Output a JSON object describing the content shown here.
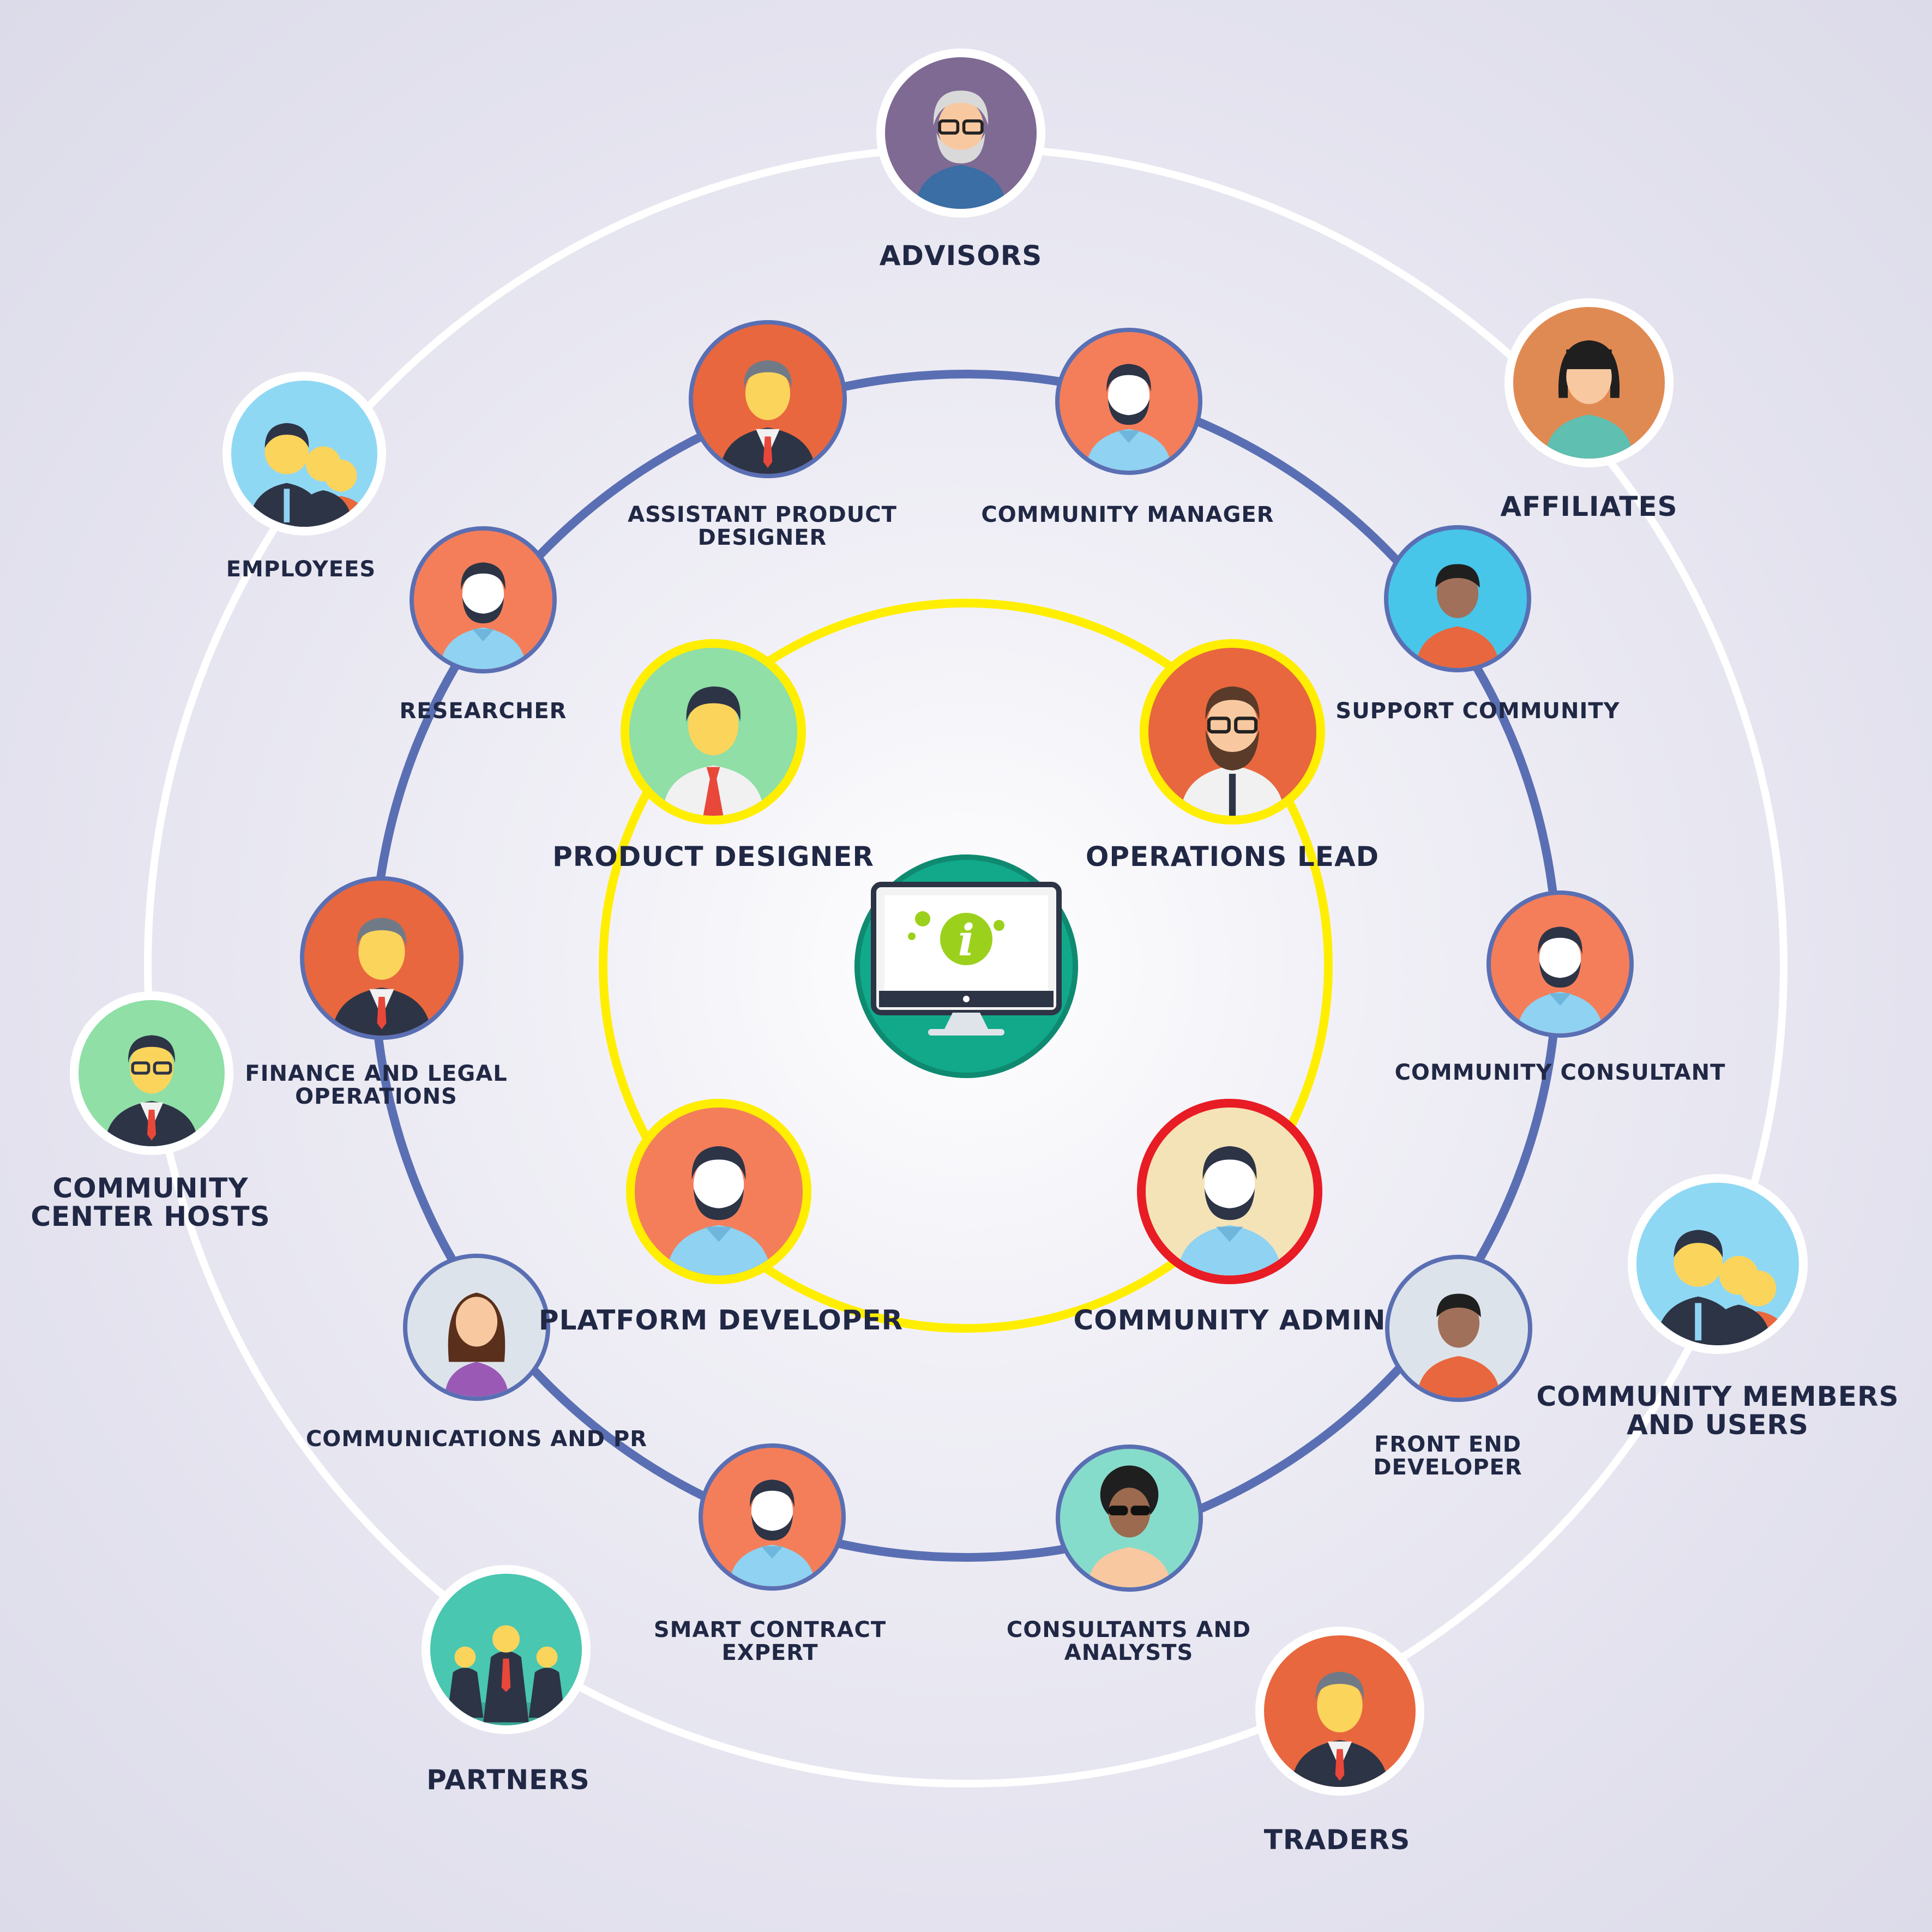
{
  "diagram": {
    "center": {
      "icon": "monitor-info-icon",
      "colors": {
        "bg": "#11a98a",
        "screen": "#ffffff",
        "badge": "#9bd11c"
      }
    },
    "ring_colors": {
      "outer": "#ffffff",
      "middle": "#5a6fb3",
      "inner": "#ffee00"
    },
    "inner_ring": [
      {
        "id": "product-designer",
        "label": "PRODUCT DESIGNER",
        "icon": "man-red-tie-icon",
        "bg": "#8fdfa6",
        "border": "#ffee00"
      },
      {
        "id": "operations-lead",
        "label": "OPERATIONS LEAD",
        "icon": "bearded-glasses-man-icon",
        "bg": "#e8673e",
        "border": "#ffee00"
      },
      {
        "id": "platform-developer",
        "label": "PLATFORM DEVELOPER",
        "icon": "bearded-man-icon",
        "bg": "#f47e5a",
        "border": "#ffee00"
      },
      {
        "id": "community-admin",
        "label": "COMMUNITY ADMIN",
        "icon": "bearded-man-icon",
        "bg": "#f5e3b8",
        "border": "#e81c24"
      }
    ],
    "middle_ring": [
      {
        "id": "assistant-product-designer",
        "label": "ASSISTANT PRODUCT\nDESIGNER",
        "icon": "businessman-icon",
        "bg": "#e8673e"
      },
      {
        "id": "community-manager",
        "label": "COMMUNITY MANAGER",
        "icon": "bearded-man-icon",
        "bg": "#f47e5a"
      },
      {
        "id": "support-community",
        "label": "SUPPORT COMMUNITY",
        "icon": "person-icon",
        "bg": "#47c6ea"
      },
      {
        "id": "community-consultant",
        "label": "COMMUNITY CONSULTANT",
        "icon": "bearded-man-icon",
        "bg": "#f47e5a"
      },
      {
        "id": "front-end-developer",
        "label": "FRONT END\nDEVELOPER",
        "icon": "person-icon",
        "bg": "#dde3ea"
      },
      {
        "id": "consultants-and-analysts",
        "label": "CONSULTANTS AND\nANALYSTS",
        "icon": "sunglasses-person-icon",
        "bg": "#86dccb"
      },
      {
        "id": "smart-contract-expert",
        "label": "SMART CONTRACT\nEXPERT",
        "icon": "bearded-man-icon",
        "bg": "#f47e5a"
      },
      {
        "id": "communications-and-pr",
        "label": "COMMUNICATIONS AND PR",
        "icon": "woman-icon",
        "bg": "#dde3ea"
      },
      {
        "id": "finance-and-legal-operations",
        "label": "FINANCE AND LEGAL\nOPERATIONS",
        "icon": "businessman-icon",
        "bg": "#e8673e"
      },
      {
        "id": "researcher",
        "label": "RESEARCHER",
        "icon": "bearded-man-icon",
        "bg": "#f47e5a"
      }
    ],
    "outer_ring": [
      {
        "id": "advisors",
        "label": "ADVISORS",
        "icon": "old-man-glasses-icon",
        "bg": "#7e6a93"
      },
      {
        "id": "affiliates",
        "label": "AFFILIATES",
        "icon": "woman-bob-hair-icon",
        "bg": "#e08a53"
      },
      {
        "id": "community-members-and-users",
        "label": "COMMUNITY MEMBERS\nAND USERS",
        "icon": "group-icon",
        "bg": "#8fd8f4"
      },
      {
        "id": "traders",
        "label": "TRADERS",
        "icon": "businessman-icon",
        "bg": "#e8673e"
      },
      {
        "id": "partners",
        "label": "PARTNERS",
        "icon": "team-icon",
        "bg": "#49c7b0"
      },
      {
        "id": "community-center-hosts",
        "label": "COMMUNITY\nCENTER HOSTS",
        "icon": "businessman-glasses-icon",
        "bg": "#8fdfa6"
      },
      {
        "id": "employees",
        "label": "EMPLOYEES",
        "icon": "group-icon",
        "bg": "#8fd8f4"
      }
    ]
  }
}
